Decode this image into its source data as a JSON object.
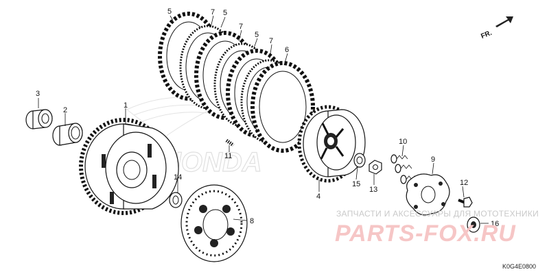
{
  "diagram": {
    "code": "K0G4E0800",
    "direction_label": "FR.",
    "callouts": [
      {
        "id": "c1",
        "label": "1"
      },
      {
        "id": "c2",
        "label": "2"
      },
      {
        "id": "c3",
        "label": "3"
      },
      {
        "id": "c4",
        "label": "4"
      },
      {
        "id": "c5a",
        "label": "5"
      },
      {
        "id": "c5b",
        "label": "5"
      },
      {
        "id": "c5c",
        "label": "5"
      },
      {
        "id": "c6",
        "label": "6"
      },
      {
        "id": "c7a",
        "label": "7"
      },
      {
        "id": "c7b",
        "label": "7"
      },
      {
        "id": "c7c",
        "label": "7"
      },
      {
        "id": "c8",
        "label": "8"
      },
      {
        "id": "c9",
        "label": "9"
      },
      {
        "id": "c10",
        "label": "10"
      },
      {
        "id": "c11",
        "label": "11"
      },
      {
        "id": "c12",
        "label": "12"
      },
      {
        "id": "c13",
        "label": "13"
      },
      {
        "id": "c14",
        "label": "14"
      },
      {
        "id": "c15",
        "label": "15"
      },
      {
        "id": "c16",
        "label": "16"
      }
    ]
  },
  "watermark": {
    "text": "ЗАПЧАСТИ И АКСЕССУАРЫ ДЛЯ МОТОТЕХНИКИ",
    "logo": "PARTS-FOX.RU",
    "background_logo": "HONDA"
  }
}
